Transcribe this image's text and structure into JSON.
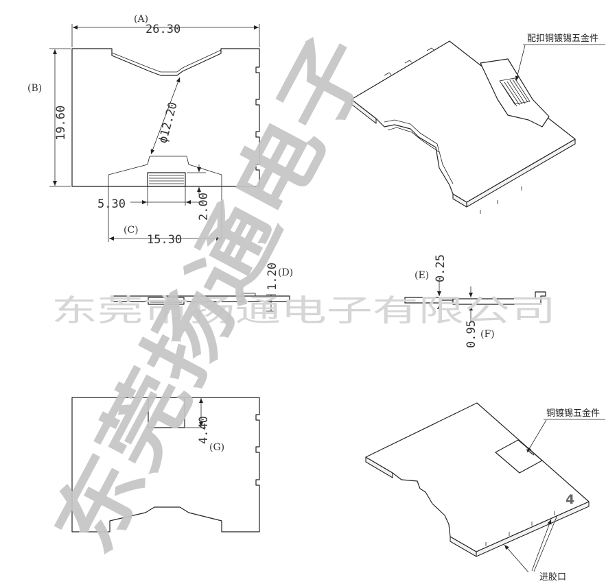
{
  "dimensions": {
    "width_a": "26.30",
    "label_a": "(A)",
    "height_b": "19.60",
    "label_b": "(B)",
    "diameter": "ϕ12.20",
    "width_gold_finger": "5.30",
    "height_gold_finger": "2.00",
    "width_c": "15.30",
    "label_c": "(C)",
    "thickness_d": "1.20",
    "label_d": "(D)",
    "thickness_e": "0.25",
    "label_e": "(E)",
    "thickness_f": "0.95",
    "label_f": "(F)",
    "height_g": "4.40",
    "label_g": "(G)"
  },
  "callouts": {
    "top_part": "配扣铜镀锡五金件",
    "bottom_part": "铜镀锡五金件",
    "gate": "进胶口",
    "page_number": "4"
  },
  "watermark": {
    "company_line": "东莞市扬通电子有限公司",
    "diagonal": "东莞扬通电子"
  },
  "colors": {
    "line": "#222222",
    "watermark_light": "#d6d6d6",
    "watermark_dark": "#c4c4c4"
  }
}
